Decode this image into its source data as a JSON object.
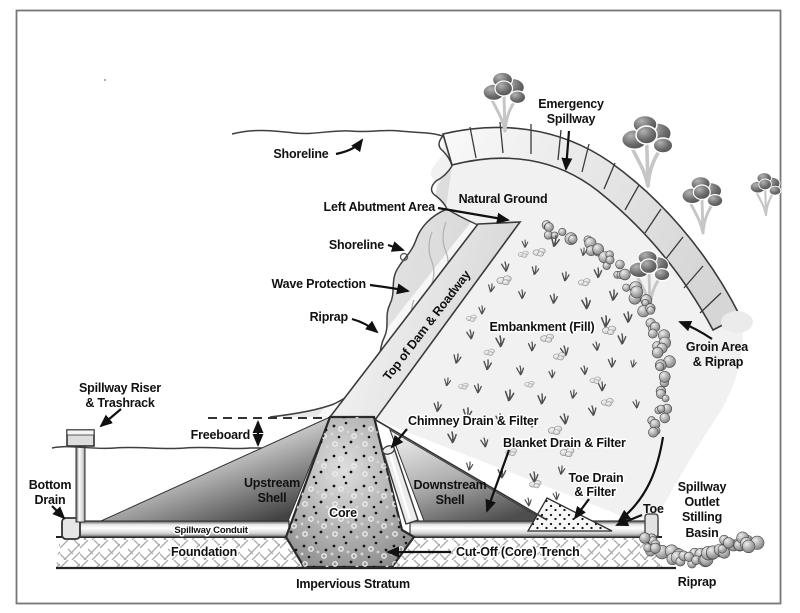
{
  "labels": {
    "shoreline_top": "Shoreline",
    "emergency_spillway": [
      "Emergency",
      "Spillway"
    ],
    "left_abutment_area": "Left Abutment Area",
    "natural_ground": "Natural Ground",
    "shoreline_upstream": "Shoreline",
    "wave_protection": "Wave Protection",
    "riprap_upstream": "Riprap",
    "top_of_dam_roadway": "Top of Dam & Roadway",
    "embankment_fill": "Embankment (Fill)",
    "groin_area_riprap": [
      "Groin Area",
      "& Riprap"
    ],
    "spillway_riser_trashrack": [
      "Spillway Riser",
      "& Trashrack"
    ],
    "freeboard": "Freeboard",
    "bottom_drain": [
      "Bottom",
      "Drain"
    ],
    "upstream_shell": [
      "Upstream",
      "Shell"
    ],
    "core": "Core",
    "downstream_shell": [
      "Downstream",
      "Shell"
    ],
    "chimney_drain_filter": "Chimney Drain & Filter",
    "blanket_drain_filter": "Blanket Drain & Filter",
    "toe_drain_filter": [
      "Toe Drain",
      "& Filter"
    ],
    "toe": "Toe",
    "spillway_outlet_stilling_basin": [
      "Spillway",
      "Outlet",
      "Stilling",
      "Basin"
    ],
    "spillway_conduit": "Spillway Conduit",
    "foundation": "Foundation",
    "cut_off_core_trench": "Cut-Off (Core) Trench",
    "impervious_stratum": "Impervious Stratum",
    "riprap_outlet": "Riprap"
  },
  "colors": {
    "ink": "#111111",
    "outline": "#3f3f3f",
    "land_wash": "#f1f1f1",
    "upstream_face_wash": "#e4e4e4",
    "shell_dark": "#4a4a4a",
    "tree_canopy": "#6b6b6b"
  }
}
